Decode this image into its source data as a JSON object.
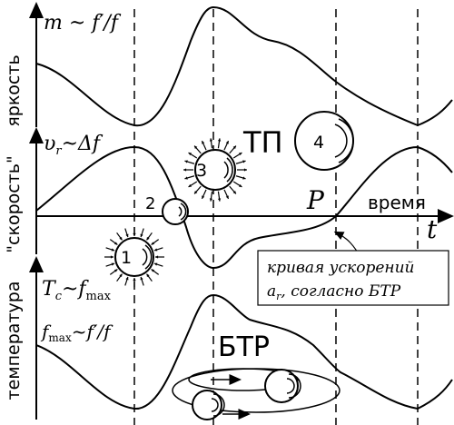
{
  "axes": {
    "y_brightness": "яркость",
    "y_speed": "\"скорость\"",
    "y_temperature": "температура",
    "x_time": "время",
    "t": "t"
  },
  "formulas": {
    "m": "m ~ f′/f",
    "v_r": "υ",
    "v_r_sub": "r",
    "v_r_rest": "~Δf",
    "T_c": "T",
    "T_c_sub": "c",
    "T_c_rest": "~f",
    "T_c_max": "max",
    "f_max": "f",
    "f_max_sub": "max",
    "f_max_rest": "~f′/f"
  },
  "labels": {
    "tp": "ТП",
    "btr": "БТР",
    "p": "P",
    "stars": [
      "1",
      "2",
      "3",
      "4"
    ]
  },
  "callout": {
    "line1": "кривая ускорений",
    "line2_var": "a",
    "line2_sub": "r",
    "line2_rest": ", согласно БТР"
  }
}
